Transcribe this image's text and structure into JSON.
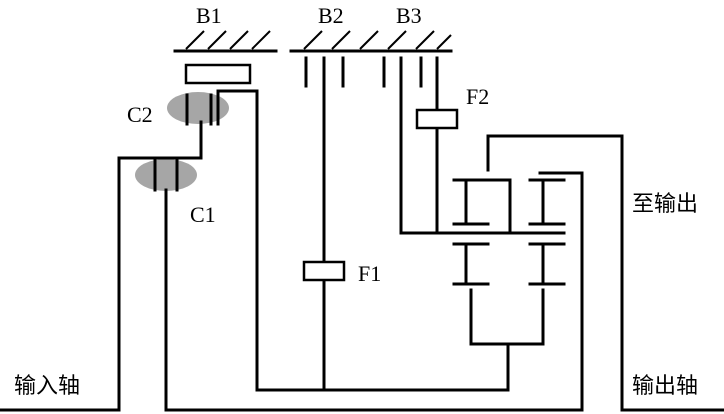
{
  "labels": {
    "brake_b1": "B1",
    "brake_b2": "B2",
    "brake_b3": "B3",
    "clutch_c1": "C1",
    "clutch_c2": "C2",
    "one_way_f1": "F1",
    "one_way_f2": "F2",
    "input_shaft": "输入轴",
    "to_output": "至输出",
    "output_shaft": "输出轴"
  }
}
